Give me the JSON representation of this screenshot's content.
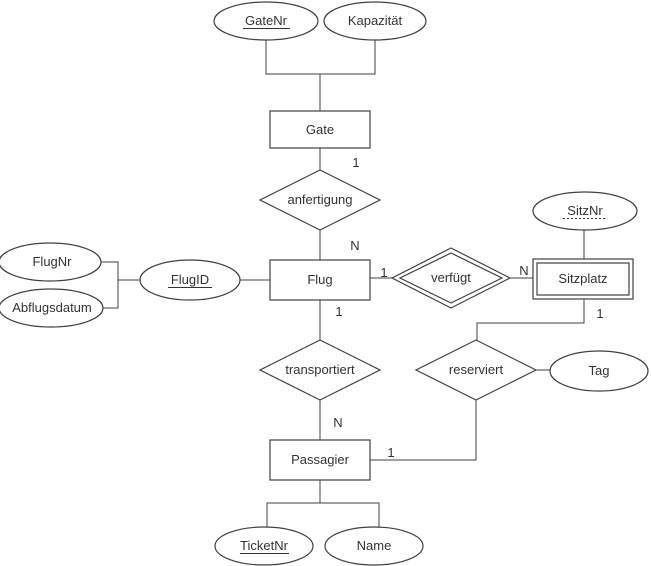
{
  "colors": {
    "background": "#ffffff",
    "stroke": "#404040",
    "text": "#333333"
  },
  "entities": {
    "gate": "Gate",
    "flug": "Flug",
    "sitzplatz": "Sitzplatz",
    "passagier": "Passagier"
  },
  "relationships": {
    "anfertigung": "anfertigung",
    "verfuegt": "verfügt",
    "transportiert": "transportiert",
    "reserviert": "reserviert"
  },
  "attributes": {
    "gatenr": "GateNr",
    "kapazitaet": "Kapazität",
    "flugnr": "FlugNr",
    "abflugsdatum": "Abflugsdatum",
    "flugid": "FlugID",
    "sitznr": "SitzNr",
    "tag": "Tag",
    "ticketnr": "TicketNr",
    "name": "Name"
  },
  "key_notation": {
    "primary_keys_underlined": [
      "GateNr",
      "FlugID",
      "TicketNr"
    ],
    "partial_key_dotted_underline": [
      "SitzNr"
    ],
    "weak_entity_double_border": [
      "Sitzplatz"
    ],
    "identifying_relationship_double_border": [
      "verfügt"
    ]
  },
  "cardinalities": {
    "gate_anfertigung": "1",
    "anfertigung_flug": "N",
    "flug_verfuegt": "1",
    "verfuegt_sitzplatz": "N",
    "sitzplatz_reserviert": "1",
    "flug_transportiert": "1",
    "transportiert_passagier": "N",
    "passagier_reserviert": "1"
  }
}
